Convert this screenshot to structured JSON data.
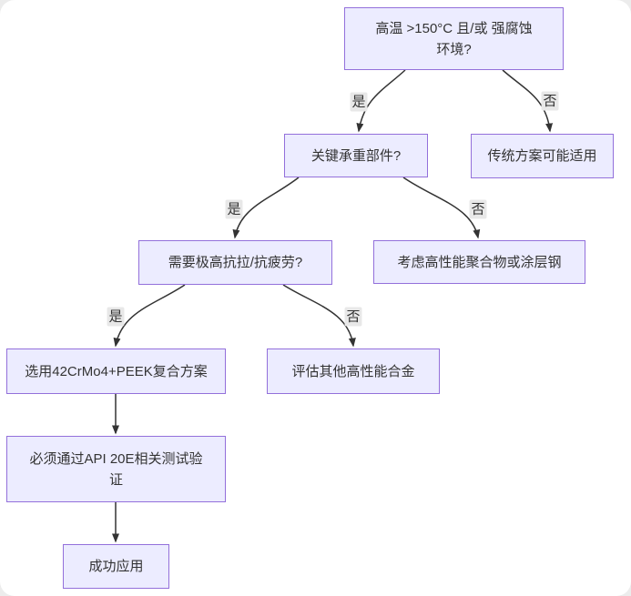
{
  "diagram": {
    "type": "flowchart",
    "direction": "top-down",
    "nodes": {
      "env_question": {
        "label": "高温 >150°C 且/或 强腐蚀\n环境?"
      },
      "load_question": {
        "label": "关键承重部件?"
      },
      "traditional": {
        "label": "传统方案可能适用"
      },
      "strength_question": {
        "label": "需要极高抗拉/抗疲劳?"
      },
      "polymer": {
        "label": "考虑高性能聚合物或涂层钢"
      },
      "composite": {
        "label": "选用42CrMo4+PEEK复合方案"
      },
      "alloys": {
        "label": "评估其他高性能合金"
      },
      "api_test": {
        "label": "必须通过API 20E相关测试验\n证"
      },
      "success": {
        "label": "成功应用"
      }
    },
    "edges": [
      {
        "from": "env_question",
        "to": "load_question",
        "label": "是"
      },
      {
        "from": "env_question",
        "to": "traditional",
        "label": "否"
      },
      {
        "from": "load_question",
        "to": "strength_question",
        "label": "是"
      },
      {
        "from": "load_question",
        "to": "polymer",
        "label": "否"
      },
      {
        "from": "strength_question",
        "to": "composite",
        "label": "是"
      },
      {
        "from": "strength_question",
        "to": "alloys",
        "label": "否"
      },
      {
        "from": "composite",
        "to": "api_test",
        "label": ""
      },
      {
        "from": "api_test",
        "to": "success",
        "label": ""
      }
    ],
    "colors": {
      "node_fill": "#ECECFF",
      "node_border": "#9370DB",
      "edge_line": "#333333",
      "edge_label_bg": "#E8E8E8",
      "text": "#333333"
    }
  }
}
